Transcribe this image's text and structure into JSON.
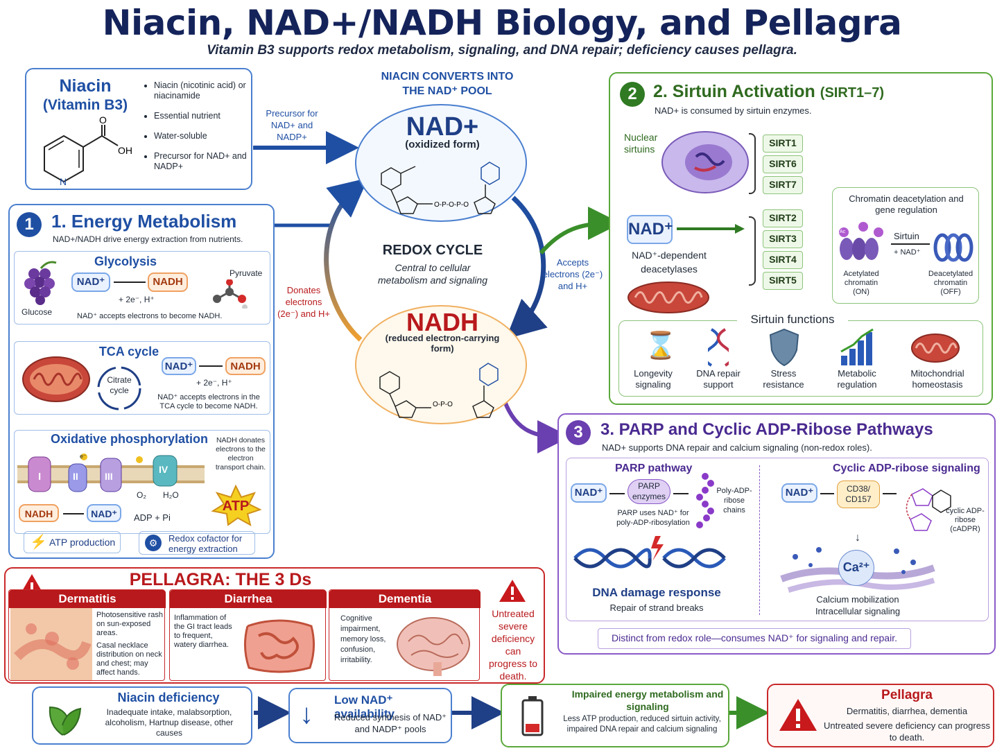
{
  "header": {
    "title": "Niacin, NAD+/NADH Biology, and Pellagra",
    "subtitle": "Vitamin B3 supports redox metabolism, signaling, and DNA repair; deficiency causes pellagra."
  },
  "niacin": {
    "title_line1": "Niacin",
    "title_line2": "(Vitamin B3)",
    "bullets": [
      "Niacin (nicotinic acid) or niacinamide",
      "Essential nutrient",
      "Water-soluble",
      "Precursor for NAD+ and NADP+"
    ],
    "struct_o": "O",
    "struct_oh": "OH",
    "struct_n": "N"
  },
  "precursor_label": "Precursor for NAD+ and NADP+",
  "cycle": {
    "heading": "NIACIN CONVERTS INTO THE NAD⁺ POOL",
    "nad_title": "NAD+",
    "nad_sub": "(oxidized form)",
    "nadh_title": "NADH",
    "nadh_sub": "(reduced electron-carrying form)",
    "redox_title": "REDOX CYCLE",
    "redox_sub": "Central to cellular metabolism and signaling",
    "donates": "Donates electrons (2e⁻) and H+",
    "accepts": "Accepts electrons (2e⁻) and H+"
  },
  "energy": {
    "number": "1",
    "title": "1. Energy Metabolism",
    "subtitle": "NAD+/NADH drive energy extraction from nutrients.",
    "glycolysis": {
      "title": "Glycolysis",
      "glucose": "Glucose",
      "pyruvate": "Pyruvate",
      "nad": "NAD⁺",
      "nadh": "NADH",
      "electrons": "+ 2e⁻, H⁺",
      "note": "NAD⁺ accepts electrons to become NADH."
    },
    "tca": {
      "title": "TCA cycle",
      "citrate": "Citrate cycle",
      "nad": "NAD⁺",
      "nadh": "NADH",
      "electrons": "+ 2e⁻, H⁺",
      "note": "NAD⁺ accepts electrons in the TCA cycle to become NADH."
    },
    "oxphos": {
      "title": "Oxidative phosphorylation",
      "note": "NADH donates electrons to the electron transport chain.",
      "complexes": [
        "I",
        "II",
        "III",
        "IV"
      ],
      "e_label": "e⁻",
      "o2": "O₂",
      "h2o": "H₂O",
      "nadh": "NADH",
      "nad": "NAD⁺",
      "adp": "ADP + Pi",
      "atp": "ATP"
    },
    "atp_production": "ATP production",
    "redox_cofactor": "Redox cofactor for energy extraction"
  },
  "sirtuin": {
    "number": "2",
    "title": "2. Sirtuin Activation",
    "title_suffix": "(SIRT1–7)",
    "subtitle": "NAD+ is consumed by sirtuin enzymes.",
    "nuclear_label": "Nuclear sirtuins",
    "nuclear": [
      "SIRT1",
      "SIRT6",
      "SIRT7"
    ],
    "mito": [
      "SIRT2",
      "SIRT3",
      "SIRT4",
      "SIRT5"
    ],
    "nad_label": "NAD⁺",
    "deacetylases": "NAD⁺-dependent deacetylases",
    "chromatin_title": "Chromatin deacetylation and gene regulation",
    "sirtuin_arrow": "Sirtuin",
    "plus_nad": "+ NAD⁺",
    "acetylated": "Acetylated chromatin (ON)",
    "deacetylated": "Deacetylated chromatin (OFF)",
    "ac": "Ac",
    "functions_title": "Sirtuin functions",
    "functions": [
      "Longevity signaling",
      "DNA repair support",
      "Stress resistance",
      "Metabolic regulation",
      "Mitochondrial homeostasis"
    ]
  },
  "parp": {
    "number": "3",
    "title": "3. PARP and Cyclic ADP-Ribose Pathways",
    "subtitle": "NAD+ supports DNA repair and calcium signaling (non-redox roles).",
    "parp_title": "PARP pathway",
    "nad": "NAD⁺",
    "parp_enzymes": "PARP enzymes",
    "chains": "Poly-ADP-ribose chains",
    "parp_note": "PARP uses NAD⁺ for poly-ADP-ribosylation",
    "dna_damage": "DNA damage response",
    "repair": "Repair of strand breaks",
    "cadpr_title": "Cyclic ADP-ribose signaling",
    "cd38": "CD38/ CD157",
    "cadpr_label": "cyclic ADP-ribose (cADPR)",
    "ca": "Ca²⁺",
    "calcium1": "Calcium mobilization",
    "calcium2": "Intracellular signaling",
    "distinct": "Distinct from redox role—consumes NAD⁺ for signaling and repair."
  },
  "pellagra": {
    "title": "PELLAGRA: THE 3 Ds",
    "dermatitis": {
      "title": "Dermatitis",
      "text1": "Photosensitive rash on sun-exposed areas.",
      "text2": "Casal necklace distribution on neck and chest; may affect hands."
    },
    "diarrhea": {
      "title": "Diarrhea",
      "text": "Inflammation of the GI tract leads to frequent, watery diarrhea."
    },
    "dementia": {
      "title": "Dementia",
      "text": "Cognitive impairment, memory loss, confusion, irritability."
    },
    "warning": "Untreated severe deficiency can progress to death."
  },
  "flow": {
    "deficiency_title": "Niacin deficiency",
    "deficiency_text": "Inadequate intake, malabsorption, alcoholism, Hartnup disease, other causes",
    "low_title": "Low NAD⁺ availability",
    "low_text": "Reduced synthesis of NAD⁺ and NADP⁺ pools",
    "impaired_title": "Impaired energy metabolism and signaling",
    "impaired_text": "Less ATP production, reduced sirtuin activity, impaired DNA repair and calcium signaling",
    "pellagra_title": "Pellagra",
    "pellagra_text1": "Dermatitis, diarrhea, dementia",
    "pellagra_text2": "Untreated severe deficiency can progress to death."
  },
  "colors": {
    "navy": "#14235a",
    "blue": "#1f4fa3",
    "green": "#3a8f2a",
    "purple": "#6a3fb0",
    "red": "#b8191c",
    "orange": "#f0a060"
  }
}
